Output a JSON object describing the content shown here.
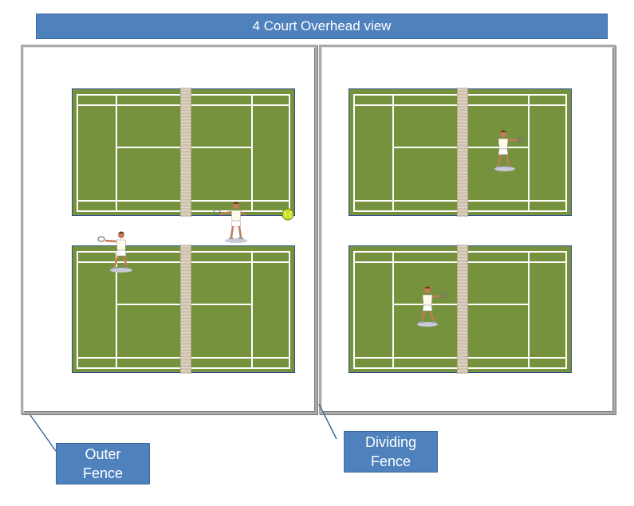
{
  "title": "4 Court Overhead view",
  "labels": {
    "outer_fence": "Outer\nFence",
    "dividing_fence": "Dividing\nFence"
  },
  "colors": {
    "title_bg": "#4f81bd",
    "court_green": "#76923c",
    "court_lines": "#ffffff",
    "net": "#d8cfc0",
    "ball": "#c8e020"
  }
}
